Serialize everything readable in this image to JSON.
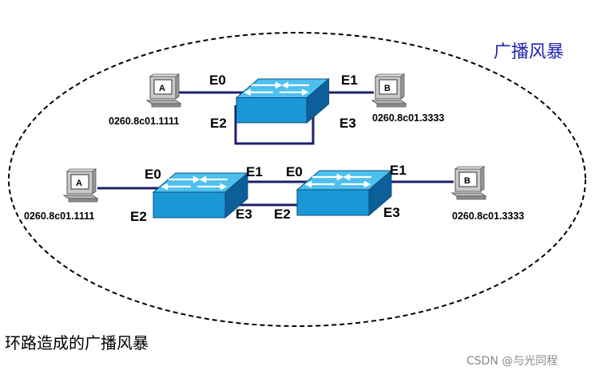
{
  "title": "广播风暴",
  "caption": "环路造成的广播风暴",
  "watermark": "CSDN @与光同程",
  "colors": {
    "boundary": "#000000",
    "link": "#1f1f6b",
    "switch_front": "#1b97d6",
    "switch_top": "#4ec0ee",
    "switch_side": "#0d5f9a",
    "title": "#2323b4"
  },
  "top_scenario": {
    "pc_a": {
      "label": "A",
      "mac": "0260.8c01.1111"
    },
    "pc_b": {
      "label": "B",
      "mac": "0260.8c01.3333"
    },
    "switch": {
      "ports": {
        "e0": "E0",
        "e1": "E1",
        "e2": "E2",
        "e3": "E3"
      }
    }
  },
  "bottom_scenario": {
    "pc_a": {
      "label": "A",
      "mac": "0260.8c01.1111"
    },
    "pc_b": {
      "label": "B",
      "mac": "0260.8c01.3333"
    },
    "switch_left": {
      "ports": {
        "e0": "E0",
        "e1": "E1",
        "e2": "E2",
        "e3": "E3"
      }
    },
    "switch_right": {
      "ports": {
        "e0": "E0",
        "e1": "E1",
        "e2": "E2",
        "e3": "E3"
      }
    }
  }
}
